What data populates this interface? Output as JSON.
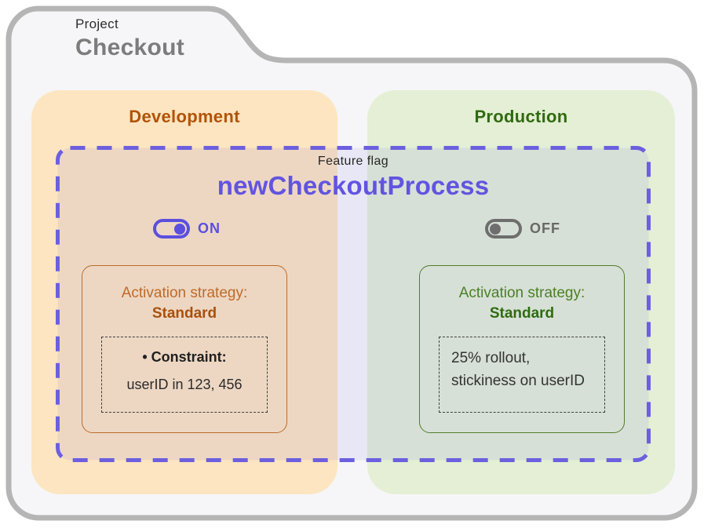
{
  "project": {
    "eyebrow": "Project",
    "title": "Checkout"
  },
  "feature_flag": {
    "eyebrow": "Feature flag",
    "name": "newCheckoutProcess"
  },
  "environments": [
    {
      "name": "Development",
      "toggle_state": "ON",
      "strategy_label": "Activation strategy:",
      "strategy_value": "Standard",
      "details": [
        "• Constraint:",
        "userID in 123, 456"
      ]
    },
    {
      "name": "Production",
      "toggle_state": "OFF",
      "strategy_label": "Activation strategy:",
      "strategy_value": "Standard",
      "details": [
        "25% rollout,",
        "stickiness on userID"
      ]
    }
  ],
  "colors": {
    "folder_border": "#b5b5b5",
    "folder_fill": "#f6f6f8",
    "dev_panel_bg": "#fce5c0",
    "prod_panel_bg": "#e4efd5",
    "dev_accent": "#b25208",
    "prod_accent": "#2f6b0e",
    "flag_purple": "#6254e0",
    "flag_region_tint": "rgba(108,95,228,0.10)",
    "toggle_off_gray": "#6e6e6e"
  }
}
